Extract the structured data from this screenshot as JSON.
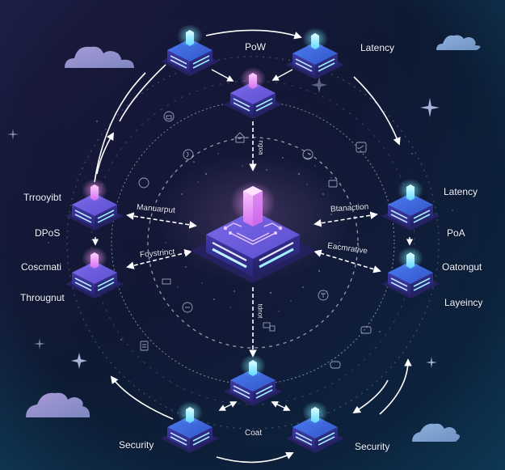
{
  "diagram": {
    "type": "blockchain-consensus-network",
    "colors": {
      "background_top_left": "#1e1640",
      "background_bottom_right": "#0f3a55",
      "node_purple": "#6e5be0",
      "node_blue": "#3b6fe0",
      "glow_pink": "#e48cff",
      "glow_cyan": "#8ef2ff",
      "arrow": "#ffffff",
      "cloud": "#9d8fd0"
    },
    "central_node": {
      "id": "core",
      "accent": "#e48cff"
    },
    "nodes": [
      {
        "id": "top-left",
        "accent": "cyan"
      },
      {
        "id": "top-right",
        "accent": "cyan"
      },
      {
        "id": "top-center",
        "accent": "pink"
      },
      {
        "id": "left-upper",
        "accent": "pink"
      },
      {
        "id": "left-lower",
        "accent": "pink"
      },
      {
        "id": "right-upper",
        "accent": "cyan"
      },
      {
        "id": "right-lower",
        "accent": "cyan"
      },
      {
        "id": "bottom-center",
        "accent": "cyan"
      },
      {
        "id": "bottom-left",
        "accent": "cyan"
      },
      {
        "id": "bottom-right",
        "accent": "cyan"
      }
    ],
    "labels": {
      "top_pow": "PoW",
      "top_latency": "Latency",
      "left_throughput_1": "Trrooyibt",
      "left_dpos": "DPoS",
      "left_coscmati": "Coscmati",
      "left_throughput_2": "Througnut",
      "right_latency_1": "Latency",
      "right_poa": "PoA",
      "right_oatongut": "Oatongut",
      "right_latency_2": "Layeincy",
      "bottom_security_left": "Security",
      "bottom_cost": "Coat",
      "bottom_security_right": "Security",
      "arrow_left_upper": "Manuarput",
      "arrow_left_lower": "Foystrinct",
      "arrow_right_upper": "Btanaction",
      "arrow_right_lower": "Eacmrative",
      "arrow_top_vertical": "ngoa",
      "arrow_bottom_vertical": "tdnot"
    },
    "icons": [
      "lock-badge-icon",
      "gear-shield-icon",
      "coin-icon",
      "bank-icon",
      "hand-coin-icon",
      "tag-icon",
      "wallet-icon",
      "document-icon",
      "handshake-icon",
      "server-stack-icon",
      "chat-icon",
      "token-icon"
    ]
  }
}
